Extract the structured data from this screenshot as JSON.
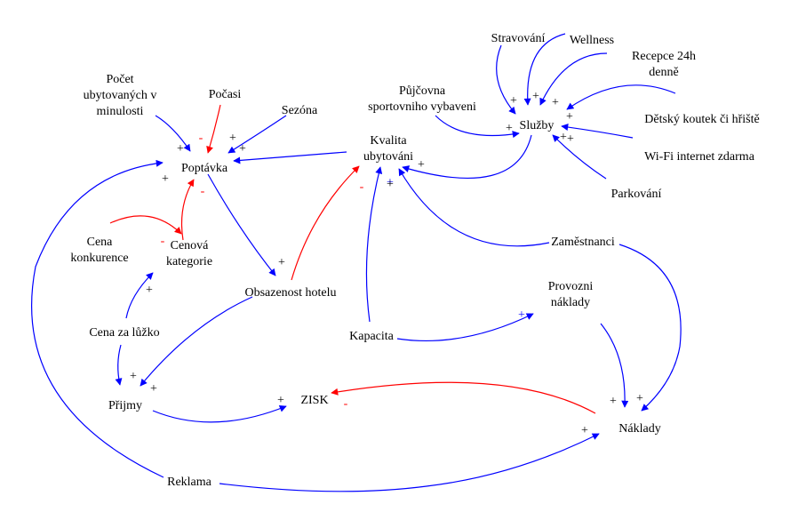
{
  "title": "Causal loop diagram – hotel",
  "colors": {
    "positive": "#0000ff",
    "negative": "#ff0000",
    "text": "#000000",
    "background": "#ffffff"
  },
  "nodes": [
    {
      "id": "pocet",
      "lines": [
        "Počet",
        "ubytovaných v",
        "minulosti"
      ]
    },
    {
      "id": "pocasi",
      "lines": [
        "Počasi"
      ]
    },
    {
      "id": "sezona",
      "lines": [
        "Sezóna"
      ]
    },
    {
      "id": "poptavka",
      "lines": [
        "Poptávka"
      ]
    },
    {
      "id": "kvalita",
      "lines": [
        "Kvalita",
        "ubytováni"
      ]
    },
    {
      "id": "pujcovna",
      "lines": [
        "Půjčovna",
        "sportovniho vybaveni"
      ]
    },
    {
      "id": "sluzby",
      "lines": [
        "Služby"
      ]
    },
    {
      "id": "stravovani",
      "lines": [
        "Stravování"
      ]
    },
    {
      "id": "wellness",
      "lines": [
        "Wellness"
      ]
    },
    {
      "id": "recepce",
      "lines": [
        "Recepce 24h",
        "denně"
      ]
    },
    {
      "id": "detsky",
      "lines": [
        "Dětský koutek či hřiště"
      ]
    },
    {
      "id": "wifi",
      "lines": [
        "Wi-Fi internet zdarma"
      ]
    },
    {
      "id": "parkovani",
      "lines": [
        "Parkování"
      ]
    },
    {
      "id": "cenakonk",
      "lines": [
        "Cena",
        "konkurence"
      ]
    },
    {
      "id": "cenova",
      "lines": [
        "Cenová",
        "kategorie"
      ]
    },
    {
      "id": "obsazenost",
      "lines": [
        "Obsazenost hotelu"
      ]
    },
    {
      "id": "zamestnanci",
      "lines": [
        "Zaměstnanci"
      ]
    },
    {
      "id": "provozni",
      "lines": [
        "Provozni",
        "náklady"
      ]
    },
    {
      "id": "cenazaluzko",
      "lines": [
        "Cena za lůžko"
      ]
    },
    {
      "id": "kapacita",
      "lines": [
        "Kapacita"
      ]
    },
    {
      "id": "prijmy",
      "lines": [
        "Přijmy"
      ]
    },
    {
      "id": "zisk",
      "lines": [
        "ZISK"
      ]
    },
    {
      "id": "naklady",
      "lines": [
        "Náklady"
      ]
    },
    {
      "id": "reklama",
      "lines": [
        "Reklama"
      ]
    }
  ],
  "links": [
    {
      "from": "pocet",
      "to": "poptavka",
      "polarity": "+"
    },
    {
      "from": "pocasi",
      "to": "poptavka",
      "polarity": "-"
    },
    {
      "from": "sezona",
      "to": "poptavka",
      "polarity": "+"
    },
    {
      "from": "kvalita",
      "to": "poptavka",
      "polarity": "+"
    },
    {
      "from": "reklama",
      "to": "poptavka",
      "polarity": "+"
    },
    {
      "from": "cenova",
      "to": "poptavka",
      "polarity": "-"
    },
    {
      "from": "cenakonk",
      "to": "cenova",
      "polarity": "-"
    },
    {
      "from": "cenazaluzko",
      "to": "cenova",
      "polarity": "+"
    },
    {
      "from": "poptavka",
      "to": "obsazenost",
      "polarity": "+"
    },
    {
      "from": "obsazenost",
      "to": "kvalita",
      "polarity": "-"
    },
    {
      "from": "kapacita",
      "to": "kvalita",
      "polarity": "+"
    },
    {
      "from": "zamestnanci",
      "to": "kvalita",
      "polarity": "+"
    },
    {
      "from": "sluzby",
      "to": "kvalita",
      "polarity": "+"
    },
    {
      "from": "pujcovna",
      "to": "sluzby",
      "polarity": "+"
    },
    {
      "from": "stravovani",
      "to": "sluzby",
      "polarity": "+"
    },
    {
      "from": "wellness",
      "to": "sluzby",
      "polarity": "+"
    },
    {
      "from": "recepce",
      "to": "sluzby",
      "polarity": "+"
    },
    {
      "from": "detsky",
      "to": "sluzby",
      "polarity": "+"
    },
    {
      "from": "wifi",
      "to": "sluzby",
      "polarity": "+"
    },
    {
      "from": "parkovani",
      "to": "sluzby",
      "polarity": "+"
    },
    {
      "from": "kapacita",
      "to": "provozni",
      "polarity": "+"
    },
    {
      "from": "provozni",
      "to": "naklady",
      "polarity": "+"
    },
    {
      "from": "zamestnanci",
      "to": "naklady",
      "polarity": "+"
    },
    {
      "from": "reklama",
      "to": "naklady",
      "polarity": "+"
    },
    {
      "from": "cenazaluzko",
      "to": "prijmy",
      "polarity": "+"
    },
    {
      "from": "obsazenost",
      "to": "prijmy",
      "polarity": "+"
    },
    {
      "from": "prijmy",
      "to": "zisk",
      "polarity": "+"
    },
    {
      "from": "naklady",
      "to": "zisk",
      "polarity": "-"
    }
  ]
}
